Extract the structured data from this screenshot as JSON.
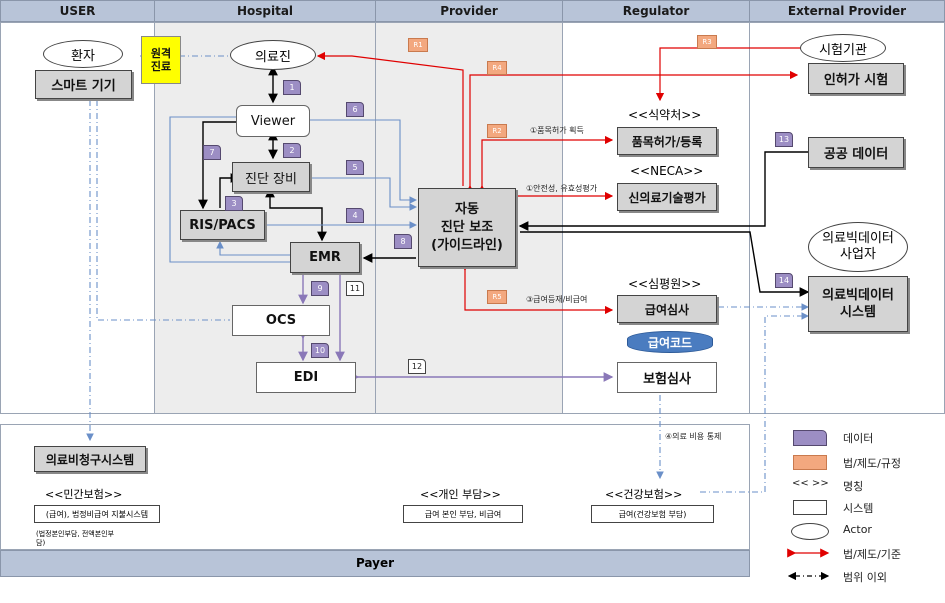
{
  "lanes": {
    "user": "USER",
    "hospital": "Hospital",
    "provider": "Provider",
    "regulator": "Regulator",
    "external": "External Provider"
  },
  "nodes": {
    "patient": "환자",
    "smart_device": "스마트 기기",
    "remote_care": "원격\n진료",
    "doctor": "의료진",
    "viewer": "Viewer",
    "diag_equipment": "진단 장비",
    "ris_pacs": "RIS/PACS",
    "emr": "EMR",
    "ocs": "OCS",
    "edi": "EDI",
    "auto_diag": "자동\n진단 보조\n(가이드라인)",
    "mfds_title": "<<식약처>>",
    "product_approval": "품목허가/등록",
    "neca_title": "<<NECA>>",
    "new_tech_eval": "신의료기술평가",
    "hira_title": "<<심평원>>",
    "benefit_review": "급여심사",
    "benefit_code": "급여코드",
    "insurance_review": "보험심사",
    "test_agency": "시험기관",
    "licensed_test": "인허가 시험",
    "public_data": "공공 데이터",
    "bigdata_operator": "의료빅데이터\n사업자",
    "bigdata_system": "의료빅데이터\n시스템",
    "claim_system": "의료비청구시스템",
    "private_ins_title": "<<민간보험>>",
    "private_ins_box": "(급여), 법정비급여 지불시스템",
    "private_ins_note": "(법정본인부담, 전액본인부\n담)",
    "personal_title": "<<개인 부담>>",
    "personal_box": "급여 본인 부담, 비급여",
    "nhis_title": "<<건강보험>>",
    "nhis_box": "급여(건강보험 부담)",
    "payer": "Payer"
  },
  "flow_labels": {
    "d1": "1",
    "d2": "2",
    "d3": "3",
    "d4": "4",
    "d5": "5",
    "d6": "6",
    "d7": "7",
    "d8": "8",
    "d9": "9",
    "d10": "10",
    "d11": "11",
    "d12": "12",
    "d13": "13",
    "d14": "14",
    "r1": "R1",
    "r2": "R2",
    "r3": "R3",
    "r4": "R4",
    "r5": "R5",
    "step1": "①품목허가 획득",
    "step2": "①안전성, 유효성평가",
    "step3": "③급여등재/비급여",
    "step4": "④의료 비용 통제"
  },
  "legend": {
    "data": "데이터",
    "law": "법/제도/규정",
    "name_sym": "<<    >>",
    "name": "명칭",
    "system": "시스템",
    "actor": "Actor",
    "law_std": "법/제도/기준",
    "out_scope": "범위 이외"
  },
  "colors": {
    "purple": "#9c8ec4",
    "orange": "#f3a87f",
    "red": "#e00000",
    "blue": "#6a8fc8",
    "purple_line": "#8a78b8",
    "lane_bg": "#b8c4d8"
  }
}
